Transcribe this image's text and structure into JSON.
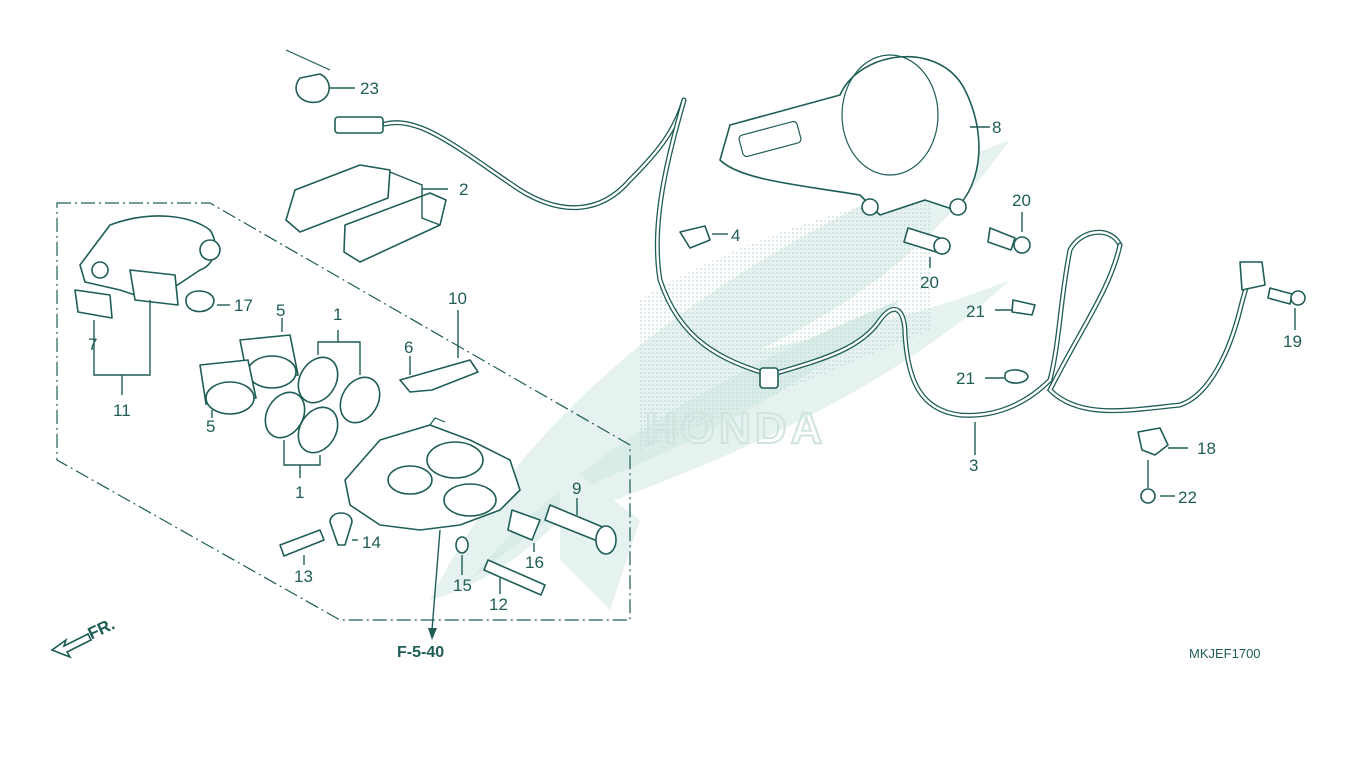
{
  "diagram": {
    "callouts": [
      {
        "id": "c23",
        "text": "23"
      },
      {
        "id": "c2",
        "text": "2"
      },
      {
        "id": "c8",
        "text": "8"
      },
      {
        "id": "c4",
        "text": "4"
      },
      {
        "id": "c20a",
        "text": "20"
      },
      {
        "id": "c20b",
        "text": "20"
      },
      {
        "id": "c17",
        "text": "17"
      },
      {
        "id": "c7",
        "text": "7"
      },
      {
        "id": "c11",
        "text": "11"
      },
      {
        "id": "c5a",
        "text": "5"
      },
      {
        "id": "c5b",
        "text": "5"
      },
      {
        "id": "c1a",
        "text": "1"
      },
      {
        "id": "c1b",
        "text": "1"
      },
      {
        "id": "c10",
        "text": "10"
      },
      {
        "id": "c6",
        "text": "6"
      },
      {
        "id": "c21a",
        "text": "21"
      },
      {
        "id": "c21b",
        "text": "21"
      },
      {
        "id": "c19",
        "text": "19"
      },
      {
        "id": "c18",
        "text": "18"
      },
      {
        "id": "c3",
        "text": "3"
      },
      {
        "id": "c22",
        "text": "22"
      },
      {
        "id": "c9",
        "text": "9"
      },
      {
        "id": "c14",
        "text": "14"
      },
      {
        "id": "c13",
        "text": "13"
      },
      {
        "id": "c15",
        "text": "15"
      },
      {
        "id": "c16",
        "text": "16"
      },
      {
        "id": "c12",
        "text": "12"
      }
    ],
    "reference": "F-5-40",
    "direction_label": "FR.",
    "code": "MKJEF1700",
    "watermark": "HONDA",
    "colors": {
      "line": "#1f5d57",
      "watermark": "#d8ece8"
    }
  }
}
